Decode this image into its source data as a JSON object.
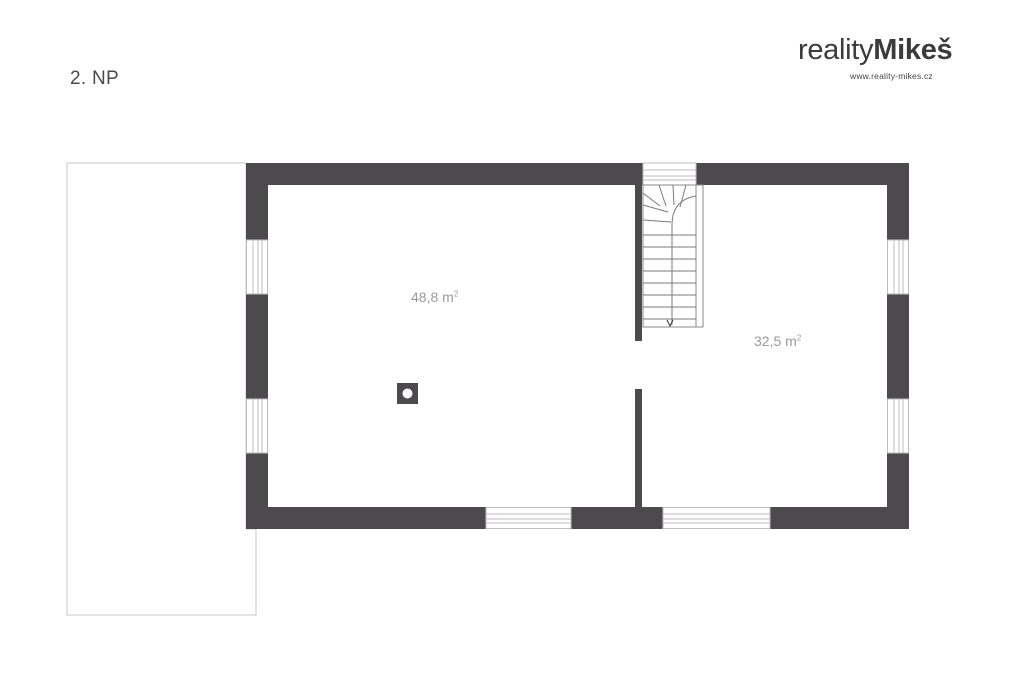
{
  "floor": {
    "label": "2. NP"
  },
  "logo": {
    "brand_light": "reality",
    "brand_bold": "Mikeš",
    "url": "www.reality-mikes.cz"
  },
  "rooms": [
    {
      "area": "48,8 m",
      "unit_sup": "2"
    },
    {
      "area": "32,5 m",
      "unit_sup": "2"
    }
  ],
  "colors": {
    "wall": "#4d4a4e",
    "outline": "#c8c8c8",
    "text": "#9a9a9a"
  }
}
